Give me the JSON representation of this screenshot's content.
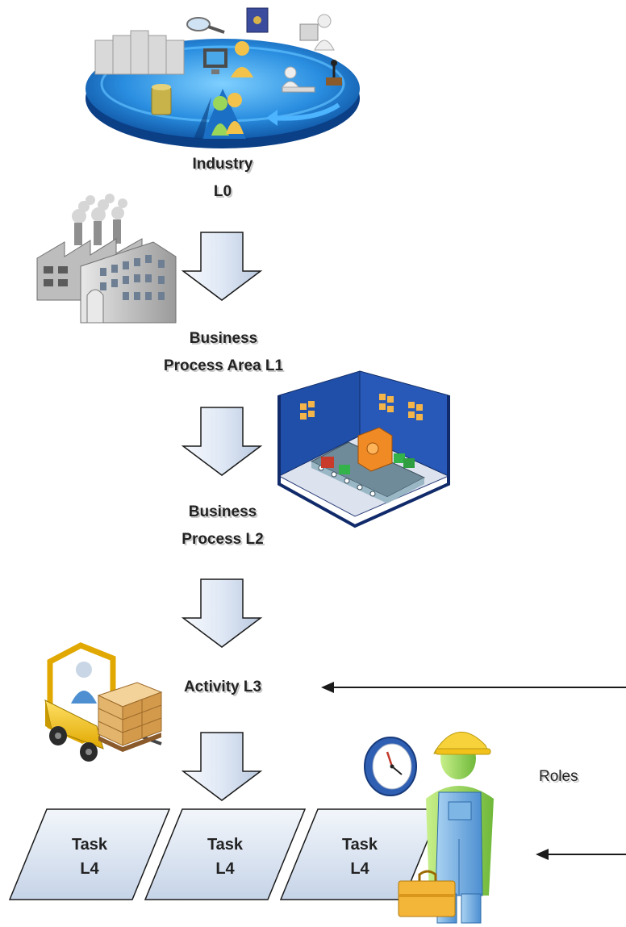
{
  "levels": {
    "industry": {
      "line1": "Industry",
      "line2": "L0"
    },
    "business_process_area": {
      "line1": "Business",
      "line2": "Process Area L1"
    },
    "business_process": {
      "line1": "Business",
      "line2": "Process L2"
    },
    "activity": {
      "line1": "Activity L3"
    },
    "tasks": [
      {
        "line1": "Task",
        "line2": "L4"
      },
      {
        "line1": "Task",
        "line2": "L4"
      },
      {
        "line1": "Task",
        "line2": "L4"
      }
    ]
  },
  "roles_label": "Roles",
  "icons": {
    "industry": "industry-disc-icon",
    "business_process_area": "factory-building-icon",
    "business_process": "conveyor-room-icon",
    "activity": "forklift-icon",
    "roles": "worker-clock-icon"
  },
  "colors": {
    "down_arrow_fill": "#dfe8f5",
    "task_fill": "#dbe5f2",
    "disc_blue": "#2a8ee0",
    "room_blue": "#1f4fa8",
    "forklift_yellow": "#f2c21b",
    "worker_green": "#9ad65a"
  }
}
